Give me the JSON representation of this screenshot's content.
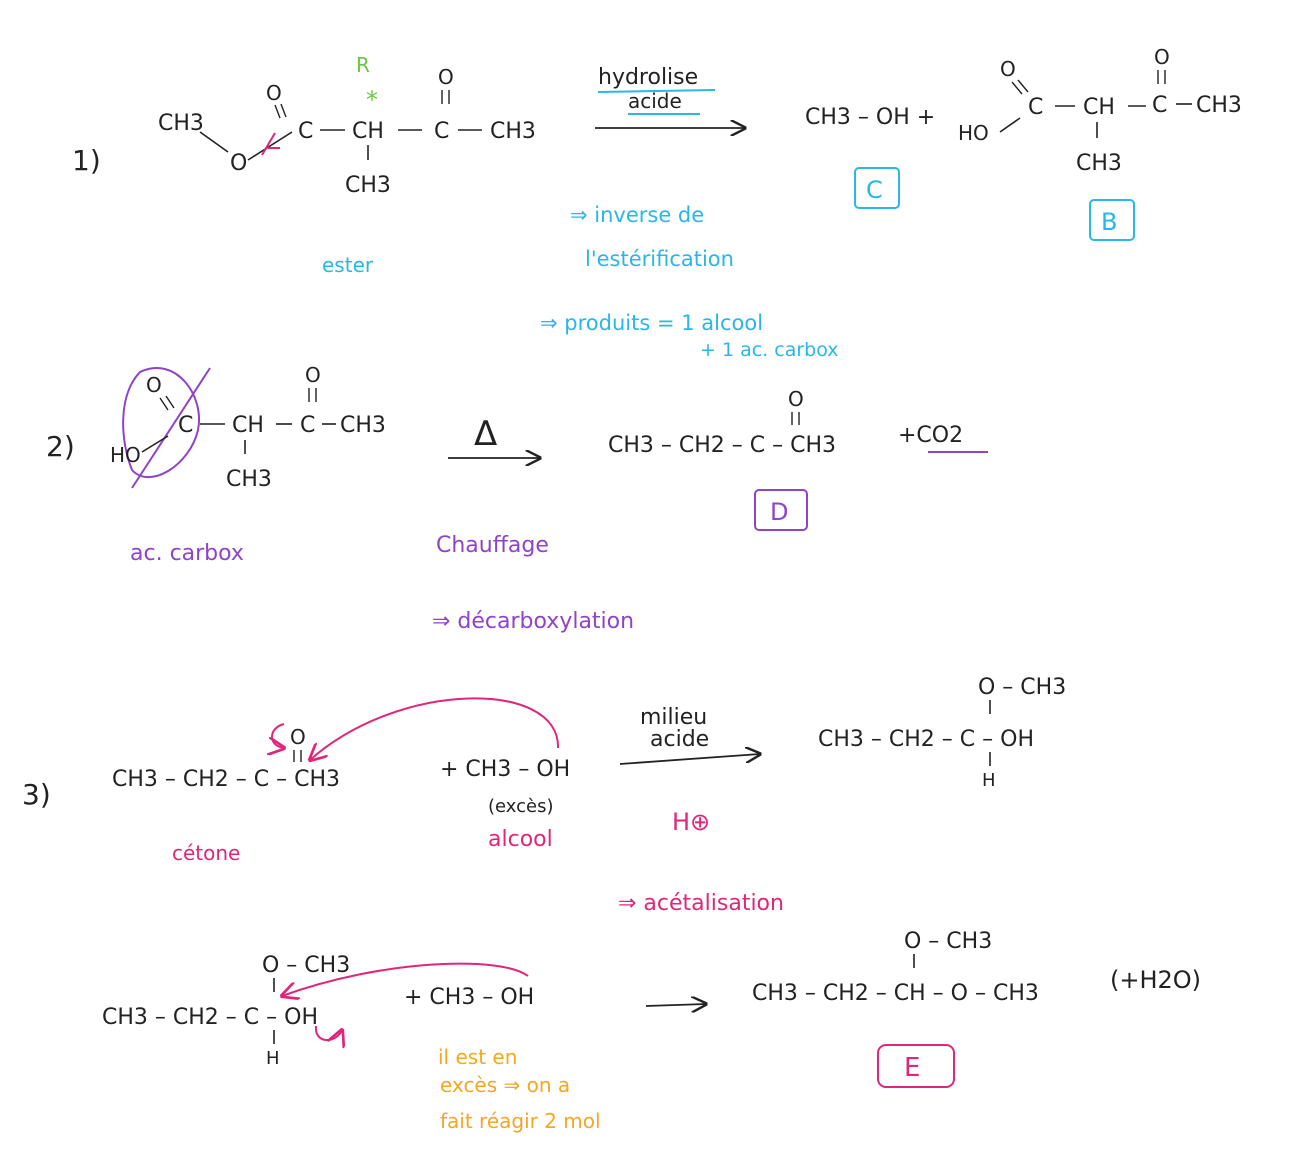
{
  "colors": {
    "ink": "#222222",
    "green": "#6cc644",
    "blue": "#29b6e8",
    "purple": "#8e44c9",
    "pink": "#e0267a",
    "orange": "#f5a623",
    "red": "#e0267a"
  },
  "step1": {
    "number": "1)",
    "ester": {
      "ch3_left": "CH3",
      "o_link": "O",
      "o_top": "O",
      "c": "C",
      "ch": "CH",
      "ch3_branch": "CH3",
      "o_top2": "O",
      "c2": "C",
      "ch3_right": "CH3",
      "r_label": "R",
      "star": "*",
      "label": "ester"
    },
    "arrow_top": "hydrolise",
    "arrow_bottom": "acide",
    "product_alcohol": "CH3 – OH  +",
    "acid": {
      "ho": "HO",
      "c": "C",
      "o_top": "O",
      "ch": "CH",
      "ch3_branch": "CH3",
      "o_top2": "O",
      "c2": "C",
      "ch3_right": "CH3"
    },
    "box_c": "C",
    "box_b": "B",
    "note_line1": "⇒ inverse de",
    "note_line2": "l'estérification",
    "note_line3": "⇒ produits = 1 alcool",
    "note_line4": "+ 1 ac. carbox"
  },
  "step2": {
    "number": "2)",
    "reactant": {
      "o_top": "O",
      "c": "C",
      "ho": "HO",
      "ch": "CH",
      "ch3_branch": "CH3",
      "o_top2": "O",
      "c2": "C",
      "ch3_right": "CH3"
    },
    "label": "ac. carbox",
    "arrow_label": "Δ",
    "arrow_under": "Chauffage",
    "product": "CH3 – CH2 – C – CH3",
    "product_o": "O",
    "co2": "+CO2",
    "box_d": "D",
    "note": "⇒ décarboxylation"
  },
  "step3": {
    "number": "3)",
    "ketone": "CH3 – CH2 – C – CH3",
    "ketone_o": "O",
    "ketone_label": "cétone",
    "alcohol": "+ CH3 – OH",
    "excess": "(excès)",
    "alcohol_label": "alcool",
    "arrow_top": "milieu",
    "arrow_bottom": "acide",
    "h_plus": "H⊕",
    "hemiacetal_main": "CH3 – CH2 – C – OH",
    "hemiacetal_top": "O – CH3",
    "hemiacetal_bottom": "H",
    "note": "⇒ acétalisation"
  },
  "step4": {
    "left_main": "CH3 – CH2 – C – OH",
    "left_top": "O – CH3",
    "left_bottom": "H",
    "reagent": "+ CH3 – OH",
    "product_main": "CH3 – CH2 – CH – O – CH3",
    "product_top": "O – CH3",
    "water": "(+H2O)",
    "box_e": "E",
    "note_line1": "il est en",
    "note_line2": "excès ⇒ on a",
    "note_line3": "fait réagir 2 mol"
  }
}
